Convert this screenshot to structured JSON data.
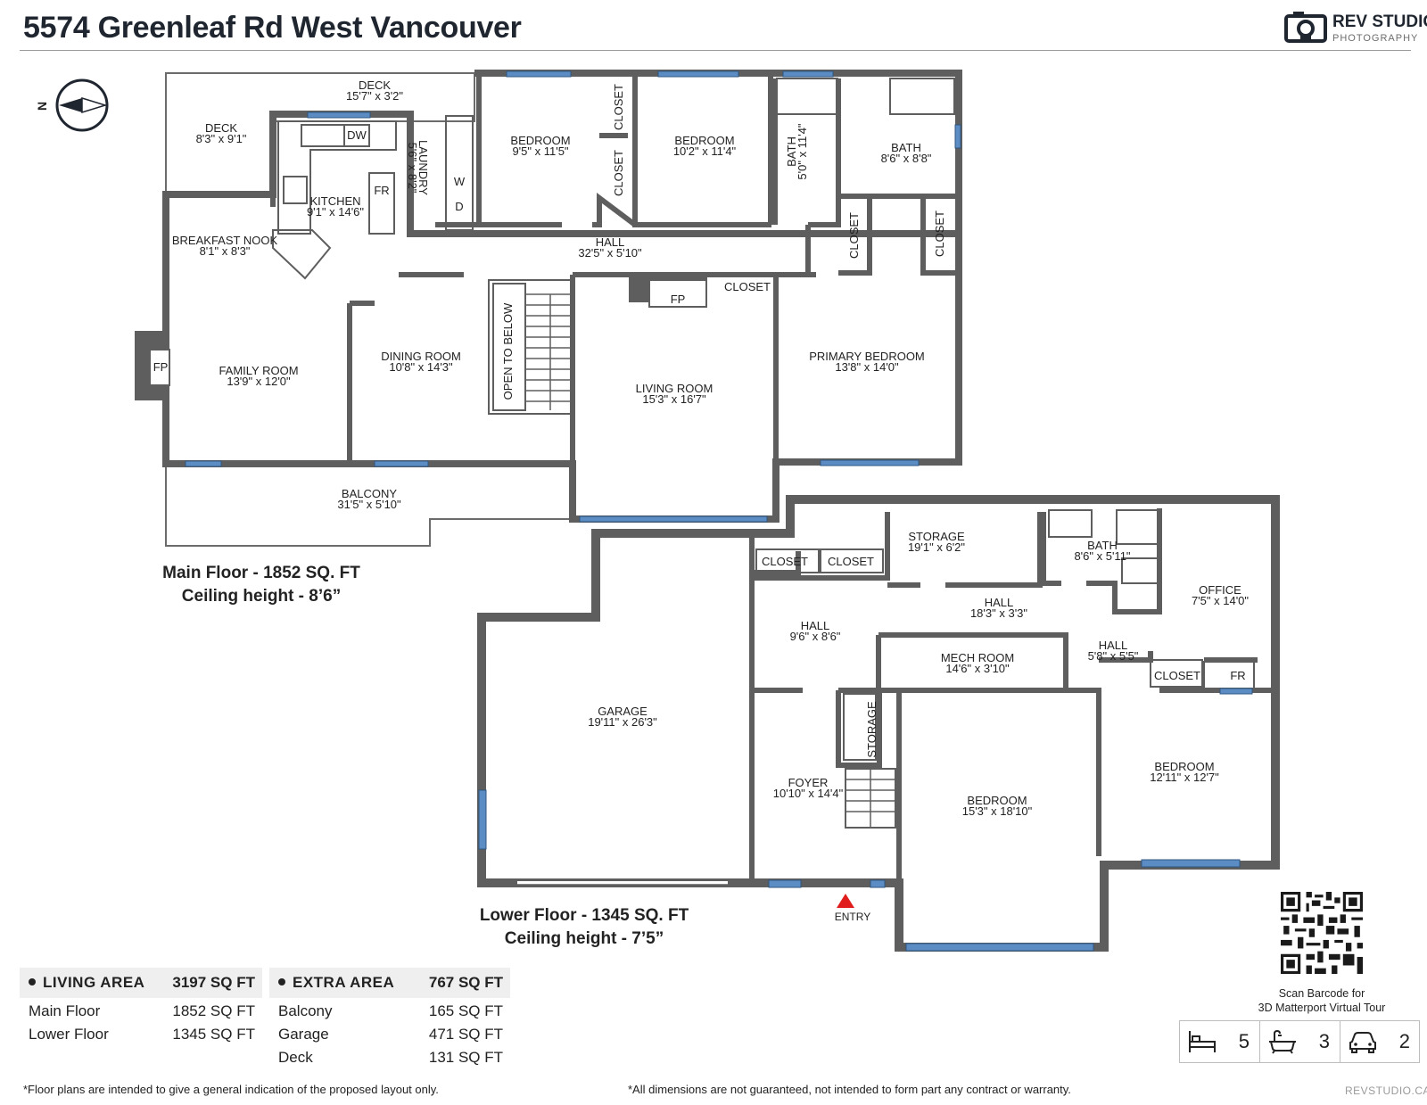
{
  "header": {
    "title": "5574 Greenleaf Rd West Vancouver",
    "logo": {
      "name": "REV STUDIO",
      "sub": "PHOTOGRAPHY",
      "icon": "camera-icon"
    }
  },
  "compass": {
    "label": "N"
  },
  "main_floor": {
    "label": "Main Floor - 1852 SQ. FT",
    "ceiling": "Ceiling height - 8’6”",
    "rooms": [
      {
        "id": "deck-top",
        "name": "DECK",
        "dim": "15'7\" x 3'2\""
      },
      {
        "id": "deck-left",
        "name": "DECK",
        "dim": "8'3\" x 9'1\""
      },
      {
        "id": "kitchen",
        "name": "KITCHEN",
        "dim": "9'1\" x 14'6\""
      },
      {
        "id": "laundry",
        "name": "LAUNDRY",
        "dim": "5'6\" x 8'2\""
      },
      {
        "id": "bedroom-1",
        "name": "BEDROOM",
        "dim": "9'5\" x 11'5\""
      },
      {
        "id": "bedroom-2",
        "name": "BEDROOM",
        "dim": "10'2\" x 11'4\""
      },
      {
        "id": "bath-1",
        "name": "BATH",
        "dim": "5'0\" x 11'4\""
      },
      {
        "id": "bath-2",
        "name": "BATH",
        "dim": "8'6\" x 8'8\""
      },
      {
        "id": "breakfast-nook",
        "name": "BREAKFAST NOOK",
        "dim": "8'1\" x 8'3\""
      },
      {
        "id": "hall-main",
        "name": "HALL",
        "dim": "32'5\" x 5'10\""
      },
      {
        "id": "family-room",
        "name": "FAMILY ROOM",
        "dim": "13'9\" x 12'0\""
      },
      {
        "id": "dining-room",
        "name": "DINING ROOM",
        "dim": "10'8\" x 14'3\""
      },
      {
        "id": "living-room",
        "name": "LIVING ROOM",
        "dim": "15'3\" x 16'7\""
      },
      {
        "id": "primary-bedroom",
        "name": "PRIMARY BEDROOM",
        "dim": "13'8\" x 14'0\""
      },
      {
        "id": "balcony",
        "name": "BALCONY",
        "dim": "31'5\" x 5'10\""
      }
    ],
    "tags": {
      "closet": "CLOSET",
      "open_to_below": "OPEN TO BELOW",
      "fp": "FP",
      "fr": "FR",
      "dw": "DW",
      "washer": "W",
      "dryer": "D"
    }
  },
  "lower_floor": {
    "label": "Lower Floor - 1345 SQ. FT",
    "ceiling": "Ceiling height - 7’5”",
    "rooms": [
      {
        "id": "storage-1",
        "name": "STORAGE",
        "dim": "19'1\" x 6'2\""
      },
      {
        "id": "bath-3",
        "name": "BATH",
        "dim": "8'6\" x 5'11\""
      },
      {
        "id": "office",
        "name": "OFFICE",
        "dim": "7'5\" x 14'0\""
      },
      {
        "id": "hall-1",
        "name": "HALL",
        "dim": "18'3\" x 3'3\""
      },
      {
        "id": "hall-2",
        "name": "HALL",
        "dim": "9'6\" x 8'6\""
      },
      {
        "id": "hall-3",
        "name": "HALL",
        "dim": "5'8\" x 5'5\""
      },
      {
        "id": "mech-room",
        "name": "MECH ROOM",
        "dim": "14'6\" x 3'10\""
      },
      {
        "id": "garage",
        "name": "GARAGE",
        "dim": "19'11\" x 26'3\""
      },
      {
        "id": "foyer",
        "name": "FOYER",
        "dim": "10'10\" x 14'4\""
      },
      {
        "id": "bedroom-3",
        "name": "BEDROOM",
        "dim": "15'3\" x 18'10\""
      },
      {
        "id": "bedroom-4",
        "name": "BEDROOM",
        "dim": "12'11\" x 12'7\""
      }
    ],
    "tags": {
      "closet": "CLOSET",
      "storage": "STORAGE",
      "fr": "FR",
      "entry": "ENTRY"
    }
  },
  "living_area": {
    "label": "LIVING AREA",
    "total": "3197 SQ FT",
    "rows": [
      {
        "label": "Main Floor",
        "value": "1852 SQ FT"
      },
      {
        "label": "Lower Floor",
        "value": "1345 SQ FT"
      }
    ]
  },
  "extra_area": {
    "label": "EXTRA AREA",
    "total": "767 SQ FT",
    "rows": [
      {
        "label": "Balcony",
        "value": "165 SQ FT"
      },
      {
        "label": "Garage",
        "value": "471 SQ FT"
      },
      {
        "label": "Deck",
        "value": "131 SQ FT"
      }
    ]
  },
  "qr": {
    "caption_1": "Scan Barcode for",
    "caption_2": "3D Matterport Virtual Tour",
    "icon": "qr-code-icon"
  },
  "features": [
    {
      "icon": "bed-icon",
      "value": "5"
    },
    {
      "icon": "bathtub-icon",
      "value": "3"
    },
    {
      "icon": "car-icon",
      "value": "2"
    }
  ],
  "footer": {
    "disclaimer_left": "*Floor plans are intended to give a general indication of the proposed layout only.",
    "disclaimer_right": "*All dimensions are not guaranteed, not intended to form part any contract or warranty.",
    "site": "REVSTUDIO.CA"
  },
  "colors": {
    "wall": "#5e5e5e",
    "window": "#5b8dc4",
    "entry": "#e01e1e",
    "text": "#222222"
  }
}
